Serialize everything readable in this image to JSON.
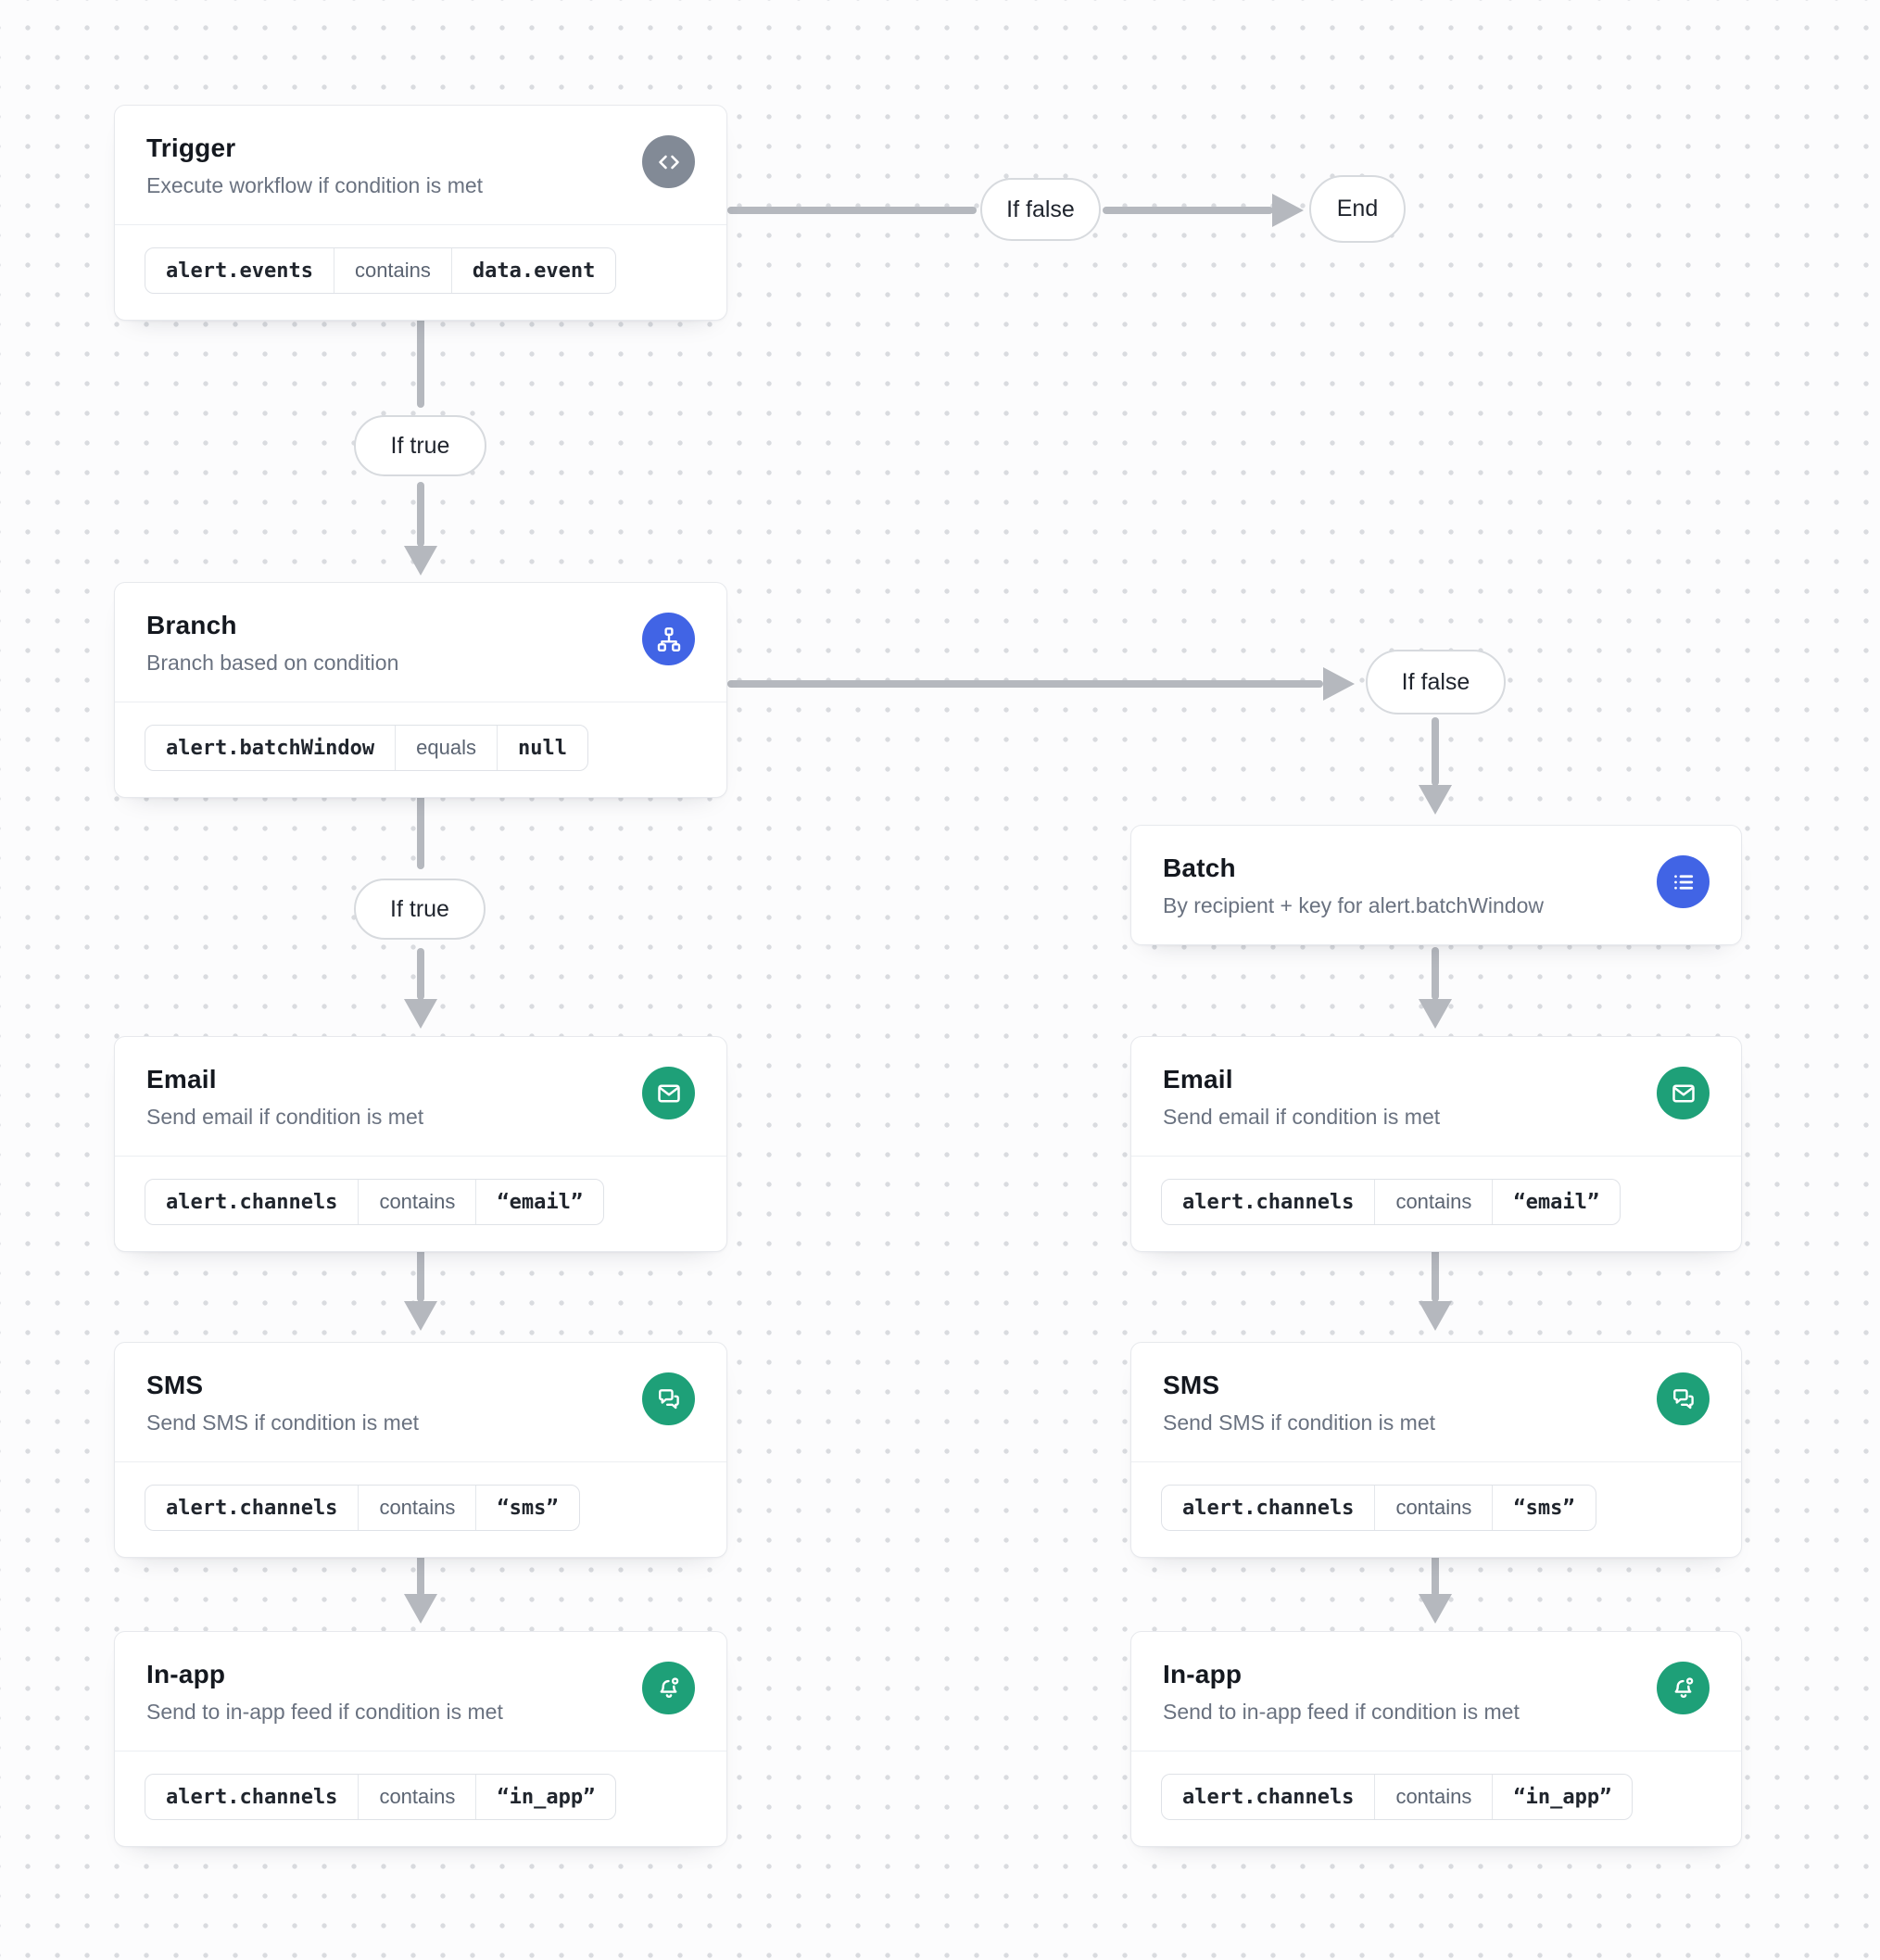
{
  "labels": {
    "if_true": "If true",
    "if_false": "If false",
    "end": "End"
  },
  "nodes": {
    "trigger": {
      "title": "Trigger",
      "subtitle": "Execute workflow if condition is met",
      "icon": "code-icon",
      "icon_color": "#828a96",
      "condition": {
        "field": "alert.events",
        "operator": "contains",
        "value": "data.event"
      }
    },
    "branch": {
      "title": "Branch",
      "subtitle": "Branch based on condition",
      "icon": "branch-icon",
      "icon_color": "#4164e5",
      "condition": {
        "field": "alert.batchWindow",
        "operator": "equals",
        "value": "null"
      }
    },
    "batch": {
      "title": "Batch",
      "subtitle": "By recipient + key for alert.batchWindow",
      "icon": "list-icon",
      "icon_color": "#4164e5"
    },
    "email": {
      "title": "Email",
      "subtitle": "Send email if condition is met",
      "icon": "mail-icon",
      "icon_color": "#1ea078",
      "condition": {
        "field": "alert.channels",
        "operator": "contains",
        "value": "“email”"
      }
    },
    "sms": {
      "title": "SMS",
      "subtitle": "Send SMS if condition is met",
      "icon": "chat-icon",
      "icon_color": "#1ea078",
      "condition": {
        "field": "alert.channels",
        "operator": "contains",
        "value": "“sms”"
      }
    },
    "inapp": {
      "title": "In-app",
      "subtitle": "Send to in-app feed if condition is met",
      "icon": "bell-icon",
      "icon_color": "#1ea078",
      "condition": {
        "field": "alert.channels",
        "operator": "contains",
        "value": "“in_app”"
      }
    }
  },
  "colors": {
    "accent_blue": "#4164e5",
    "accent_green": "#1ea078",
    "icon_gray": "#828a96",
    "arrow_gray": "#b5b8be",
    "card_border": "#e7e9ed"
  }
}
